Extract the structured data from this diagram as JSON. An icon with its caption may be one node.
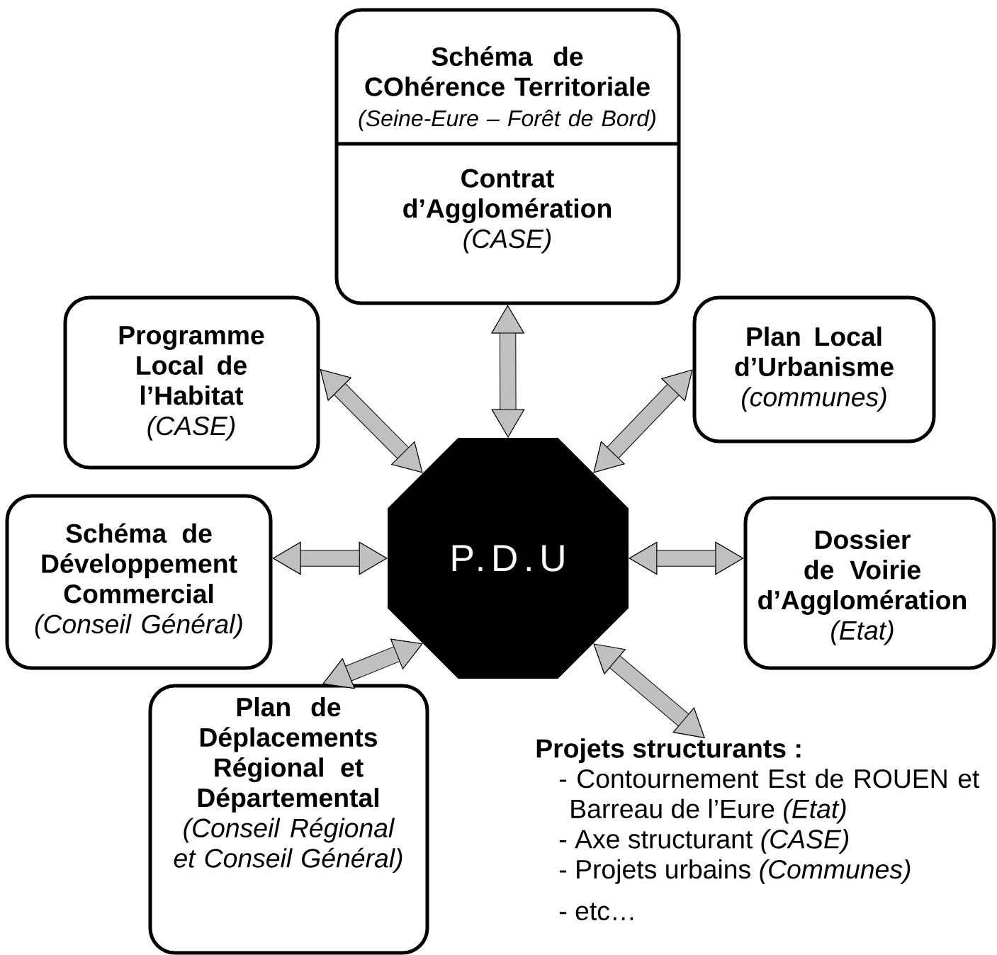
{
  "diagram": {
    "nodes": [
      {
        "text": [
          "Schéma de COhérence Territoriale",
          "(Seine-Eure – Forêt de Bord)",
          "Contrat d’Agglomération",
          "(CASE)"
        ]
      },
      {
        "text": [
          "Programme Local de l’Habitat",
          "(CASE)"
        ]
      },
      {
        "text": [
          "Plan Local d’Urbanisme",
          "(communes)"
        ]
      },
      {
        "text": [
          "Schéma de Développement Commercial",
          "(Conseil Général)"
        ]
      },
      {
        "text": [
          "P.D.U"
        ]
      },
      {
        "text": [
          "Dossier de Voirie d’Agglomération",
          "(Etat)"
        ]
      },
      {
        "text": [
          "Plan de Déplacements Régional et Départemental",
          "(Conseil Régional et Conseil Général)"
        ]
      },
      {
        "text": [
          "Projets structurants :",
          "- Contournement Est de ROUEN et Barreau de l’Eure *(Etat)*",
          "- Axe structurant *(CASE)*",
          "- Projets urbains *(Communes)*",
          "- etc…"
        ]
      }
    ],
    "edges": [
      {
        "from": 4,
        "to": 0,
        "arrow": "both"
      },
      {
        "from": 4,
        "to": 1,
        "arrow": "both"
      },
      {
        "from": 4,
        "to": 2,
        "arrow": "both"
      },
      {
        "from": 4,
        "to": 3,
        "arrow": "both"
      },
      {
        "from": 4,
        "to": 5,
        "arrow": "both"
      },
      {
        "from": 4,
        "to": 6,
        "arrow": "both"
      },
      {
        "from": 4,
        "to": 7,
        "arrow": "both"
      }
    ]
  }
}
